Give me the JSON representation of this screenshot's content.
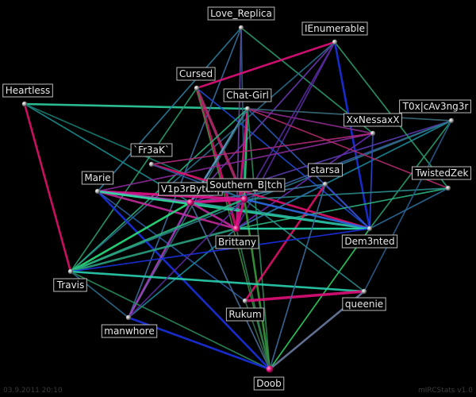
{
  "graph": {
    "nodes": [
      {
        "id": "love_replica",
        "label": "Love_Replica"
      },
      {
        "id": "ienumerable",
        "label": "IEnumerable"
      },
      {
        "id": "heartless",
        "label": "Heartless"
      },
      {
        "id": "cursed",
        "label": "Cursed"
      },
      {
        "id": "chat_girl",
        "label": "Chat-Girl"
      },
      {
        "id": "toxic",
        "label": "T0x|cAv3ng3r"
      },
      {
        "id": "xxnessaxx",
        "label": "XxNessaxX"
      },
      {
        "id": "fr3ak",
        "label": "`Fr3aK`"
      },
      {
        "id": "twistedzek",
        "label": "TwistedZek"
      },
      {
        "id": "starsa",
        "label": "starsa"
      },
      {
        "id": "marie",
        "label": "Marie"
      },
      {
        "id": "v1p3r",
        "label": "V1p3rBytch|"
      },
      {
        "id": "southern",
        "label": "Southern_B|tch"
      },
      {
        "id": "brittany",
        "label": "Brittany"
      },
      {
        "id": "dem3nted",
        "label": "Dem3nted"
      },
      {
        "id": "travis",
        "label": "Travis"
      },
      {
        "id": "queenie",
        "label": "queenie"
      },
      {
        "id": "rukum",
        "label": "Rukum"
      },
      {
        "id": "manwhore",
        "label": "manwhore"
      },
      {
        "id": "doob",
        "label": "Doob"
      }
    ],
    "edges": [
      {
        "from": "heartless",
        "to": "chat_girl",
        "color": "#2fd0a0",
        "weight": 2
      },
      {
        "from": "heartless",
        "to": "travis",
        "color": "#e0106a",
        "weight": 2
      },
      {
        "from": "heartless",
        "to": "v1p3r",
        "color": "#1a8a8a",
        "weight": 1
      },
      {
        "from": "heartless",
        "to": "southern",
        "color": "#1a7a70",
        "weight": 1
      },
      {
        "from": "love_replica",
        "to": "xxnessaxx",
        "color": "#2a9a6a",
        "weight": 1
      },
      {
        "from": "love_replica",
        "to": "southern",
        "color": "#2a5a8a",
        "weight": 1
      },
      {
        "from": "love_replica",
        "to": "brittany",
        "color": "#6a4aa0",
        "weight": 1
      },
      {
        "from": "love_replica",
        "to": "manwhore",
        "color": "#3a6a9a",
        "weight": 1
      },
      {
        "from": "love_replica",
        "to": "marie",
        "color": "#2a7a9a",
        "weight": 1
      },
      {
        "from": "ienumerable",
        "to": "cursed",
        "color": "#e0107a",
        "weight": 2
      },
      {
        "from": "ienumerable",
        "to": "dem3nted",
        "color": "#1a30e0",
        "weight": 2
      },
      {
        "from": "ienumerable",
        "to": "brittany",
        "color": "#5a2aa0",
        "weight": 1
      },
      {
        "from": "ienumerable",
        "to": "v1p3r",
        "color": "#6a3ab0",
        "weight": 1
      },
      {
        "from": "ienumerable",
        "to": "travis",
        "color": "#2a6a8a",
        "weight": 1
      },
      {
        "from": "cursed",
        "to": "brittany",
        "color": "#d0106a",
        "weight": 3
      },
      {
        "from": "cursed",
        "to": "southern",
        "color": "#b02a6a",
        "weight": 3
      },
      {
        "from": "cursed",
        "to": "doob",
        "color": "#3a8a3a",
        "weight": 1
      },
      {
        "from": "cursed",
        "to": "dem3nted",
        "color": "#1a4ad0",
        "weight": 1
      },
      {
        "from": "cursed",
        "to": "travis",
        "color": "#2a9a6a",
        "weight": 1
      },
      {
        "from": "chat_girl",
        "to": "southern",
        "color": "#2ad080",
        "weight": 2
      },
      {
        "from": "chat_girl",
        "to": "brittany",
        "color": "#e0107a",
        "weight": 2
      },
      {
        "from": "chat_girl",
        "to": "v1p3r",
        "color": "#60a0d0",
        "weight": 2
      },
      {
        "from": "chat_girl",
        "to": "travis",
        "color": "#2ab080",
        "weight": 1
      },
      {
        "from": "chat_girl",
        "to": "manwhore",
        "color": "#2a6a6a",
        "weight": 1
      },
      {
        "from": "chat_girl",
        "to": "dem3nted",
        "color": "#2a5ab0",
        "weight": 1
      },
      {
        "from": "chat_girl",
        "to": "toxic",
        "color": "#3a6a7a",
        "weight": 1
      },
      {
        "from": "chat_girl",
        "to": "xxnessaxx",
        "color": "#8a2a8a",
        "weight": 1
      },
      {
        "from": "chat_girl",
        "to": "doob",
        "color": "#2a8a5a",
        "weight": 1
      },
      {
        "from": "toxic",
        "to": "brittany",
        "color": "#1a8a9a",
        "weight": 1
      },
      {
        "from": "toxic",
        "to": "v1p3r",
        "color": "#5a3ab0",
        "weight": 1
      },
      {
        "from": "toxic",
        "to": "southern",
        "color": "#3a5aa0",
        "weight": 1
      },
      {
        "from": "toxic",
        "to": "dem3nted",
        "color": "#2a9a6a",
        "weight": 1
      },
      {
        "from": "toxic",
        "to": "travis",
        "color": "#2a7a8a",
        "weight": 1
      },
      {
        "from": "xxnessaxx",
        "to": "marie",
        "color": "#8a2a9a",
        "weight": 1
      },
      {
        "from": "xxnessaxx",
        "to": "brittany",
        "color": "#6a2ab0",
        "weight": 1
      },
      {
        "from": "xxnessaxx",
        "to": "fr3ak",
        "color": "#b02a7a",
        "weight": 1
      },
      {
        "from": "xxnessaxx",
        "to": "dem3nted",
        "color": "#2a4ad0",
        "weight": 1
      },
      {
        "from": "fr3ak",
        "to": "dem3nted",
        "color": "#e0106a",
        "weight": 2
      },
      {
        "from": "fr3ak",
        "to": "southern",
        "color": "#2a5aa0",
        "weight": 1
      },
      {
        "from": "twistedzek",
        "to": "v1p3r",
        "color": "#2a8a8a",
        "weight": 1
      },
      {
        "from": "twistedzek",
        "to": "brittany",
        "color": "#2ab080",
        "weight": 1
      },
      {
        "from": "twistedzek",
        "to": "ienumerable",
        "color": "#2a9a6a",
        "weight": 1
      },
      {
        "from": "twistedzek",
        "to": "chat_girl",
        "color": "#b02a6a",
        "weight": 1
      },
      {
        "from": "starsa",
        "to": "rukum",
        "color": "#e0106a",
        "weight": 2
      },
      {
        "from": "starsa",
        "to": "brittany",
        "color": "#2a6aa0",
        "weight": 1
      },
      {
        "from": "starsa",
        "to": "v1p3r",
        "color": "#3a7aa0",
        "weight": 1
      },
      {
        "from": "marie",
        "to": "southern",
        "color": "#e0108a",
        "weight": 3
      },
      {
        "from": "marie",
        "to": "v1p3r",
        "color": "#a05ac0",
        "weight": 3
      },
      {
        "from": "marie",
        "to": "brittany",
        "color": "#c02a9a",
        "weight": 2
      },
      {
        "from": "marie",
        "to": "dem3nted",
        "color": "#2ae0a0",
        "weight": 2
      },
      {
        "from": "marie",
        "to": "doob",
        "color": "#1a30e0",
        "weight": 2
      },
      {
        "from": "marie",
        "to": "rukum",
        "color": "#2a5aa0",
        "weight": 1
      },
      {
        "from": "v1p3r",
        "to": "southern",
        "color": "#e0108a",
        "weight": 3
      },
      {
        "from": "v1p3r",
        "to": "brittany",
        "color": "#c02aa0",
        "weight": 2
      },
      {
        "from": "v1p3r",
        "to": "dem3nted",
        "color": "#2ab0a0",
        "weight": 2
      },
      {
        "from": "v1p3r",
        "to": "travis",
        "color": "#2ae080",
        "weight": 2
      },
      {
        "from": "v1p3r",
        "to": "manwhore",
        "color": "#a040c0",
        "weight": 2
      },
      {
        "from": "v1p3r",
        "to": "doob",
        "color": "#4a6a9a",
        "weight": 1
      },
      {
        "from": "southern",
        "to": "brittany",
        "color": "#e0108a",
        "weight": 3
      },
      {
        "from": "southern",
        "to": "dem3nted",
        "color": "#2a6ae0",
        "weight": 2
      },
      {
        "from": "southern",
        "to": "travis",
        "color": "#2ab080",
        "weight": 2
      },
      {
        "from": "southern",
        "to": "queenie",
        "color": "#2a8a8a",
        "weight": 1
      },
      {
        "from": "southern",
        "to": "doob",
        "color": "#3a9a3a",
        "weight": 2
      },
      {
        "from": "brittany",
        "to": "dem3nted",
        "color": "#2ae0b0",
        "weight": 2
      },
      {
        "from": "brittany",
        "to": "travis",
        "color": "#2aa080",
        "weight": 2
      },
      {
        "from": "brittany",
        "to": "manwhore",
        "color": "#1a8a9a",
        "weight": 1
      },
      {
        "from": "brittany",
        "to": "doob",
        "color": "#2a7a5a",
        "weight": 1
      },
      {
        "from": "dem3nted",
        "to": "doob",
        "color": "#2ad060",
        "weight": 1
      },
      {
        "from": "dem3nted",
        "to": "travis",
        "color": "#1a30e0",
        "weight": 1
      },
      {
        "from": "travis",
        "to": "queenie",
        "color": "#2ad0b0",
        "weight": 2
      },
      {
        "from": "travis",
        "to": "doob",
        "color": "#2a8a5a",
        "weight": 1
      },
      {
        "from": "travis",
        "to": "manwhore",
        "color": "#2a6a8a",
        "weight": 1
      },
      {
        "from": "rukum",
        "to": "queenie",
        "color": "#e0107a",
        "weight": 3
      },
      {
        "from": "queenie",
        "to": "doob",
        "color": "#6a7aa0",
        "weight": 2
      },
      {
        "from": "rukum",
        "to": "doob",
        "color": "#3a6a4a",
        "weight": 1
      },
      {
        "from": "manwhore",
        "to": "doob",
        "color": "#1a30e0",
        "weight": 2
      },
      {
        "from": "manwhore",
        "to": "southern",
        "color": "#5a2a9a",
        "weight": 1
      },
      {
        "from": "starsa",
        "to": "doob",
        "color": "#3a6a9a",
        "weight": 1
      },
      {
        "from": "toxic",
        "to": "queenie",
        "color": "#2a5a8a",
        "weight": 1
      },
      {
        "from": "ienumerable",
        "to": "southern",
        "color": "#5a2aa0",
        "weight": 1
      },
      {
        "from": "twistedzek",
        "to": "dem3nted",
        "color": "#2a6a9a",
        "weight": 1
      },
      {
        "from": "starsa",
        "to": "dem3nted",
        "color": "#3a4ad0",
        "weight": 1
      }
    ],
    "highlighted_nodes": [
      "v1p3r",
      "southern",
      "brittany",
      "doob"
    ],
    "colors": {
      "background": "#000000",
      "node": "#bdbdbd",
      "highlight_node": "#e0107a",
      "label_border": "#bdbdbd",
      "label_text": "#e8e8e8"
    }
  },
  "footer": {
    "left": "03.9.2011 20:10",
    "right": "mIRCStats v1.0"
  }
}
